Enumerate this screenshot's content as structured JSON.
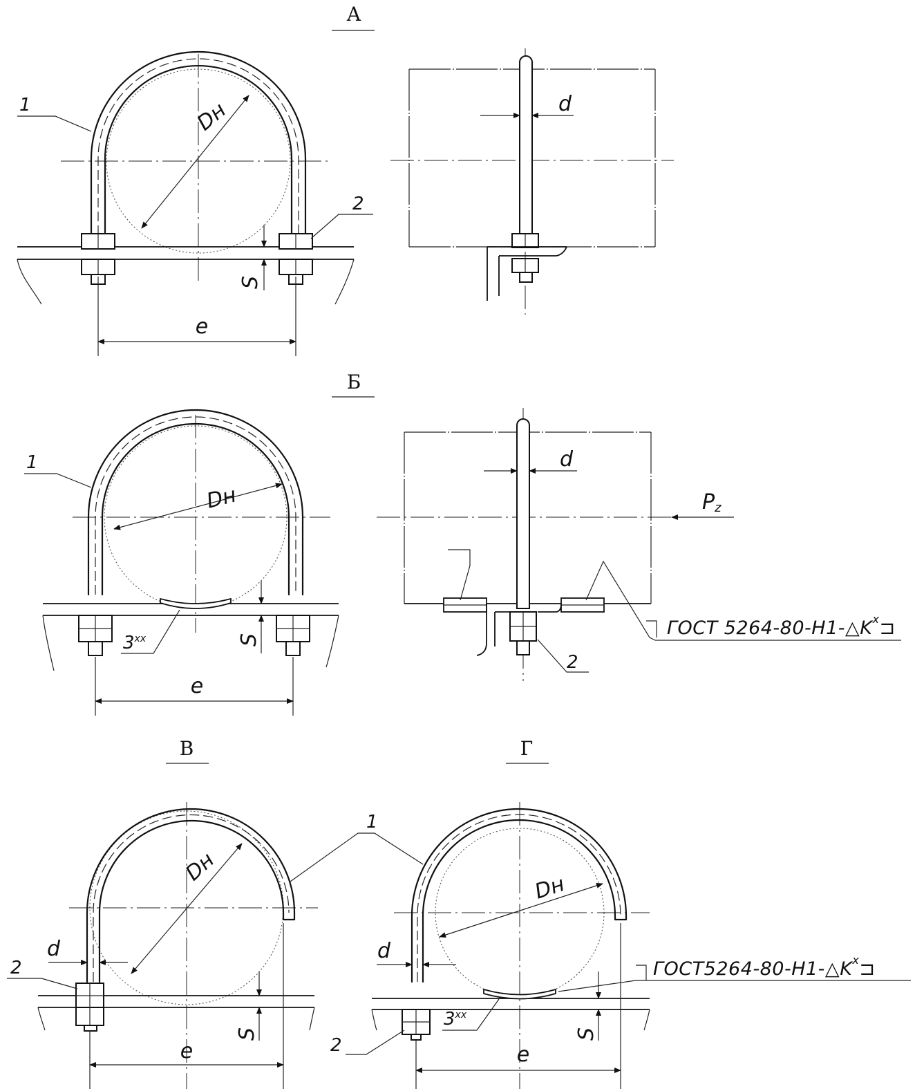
{
  "views": {
    "a": {
      "title": "А",
      "dn": "Dн",
      "d": "d",
      "e": "e",
      "s": "S",
      "part1": "1",
      "part2": "2"
    },
    "b": {
      "title": "Б",
      "dn": "Dн",
      "d": "d",
      "e": "e",
      "s": "S",
      "part1": "1",
      "part2": "2",
      "part3": "3",
      "part3_mark": "xx",
      "force": "P",
      "force_sub": "z",
      "weld": "ГОСТ 5264-80-Н1-",
      "weld_k": "K",
      "weld_mark": "x"
    },
    "v": {
      "title": "В",
      "dn": "Dн",
      "d": "d",
      "e": "e",
      "s": "S",
      "part2": "2"
    },
    "g": {
      "title": "Г",
      "dn": "Dн",
      "d": "d",
      "e": "e",
      "s": "S",
      "part1": "1",
      "part2": "2",
      "part3": "3",
      "part3_mark": "xx",
      "weld": "ГОСТ5264-80-Н1-",
      "weld_k": "K",
      "weld_mark": "x"
    }
  }
}
